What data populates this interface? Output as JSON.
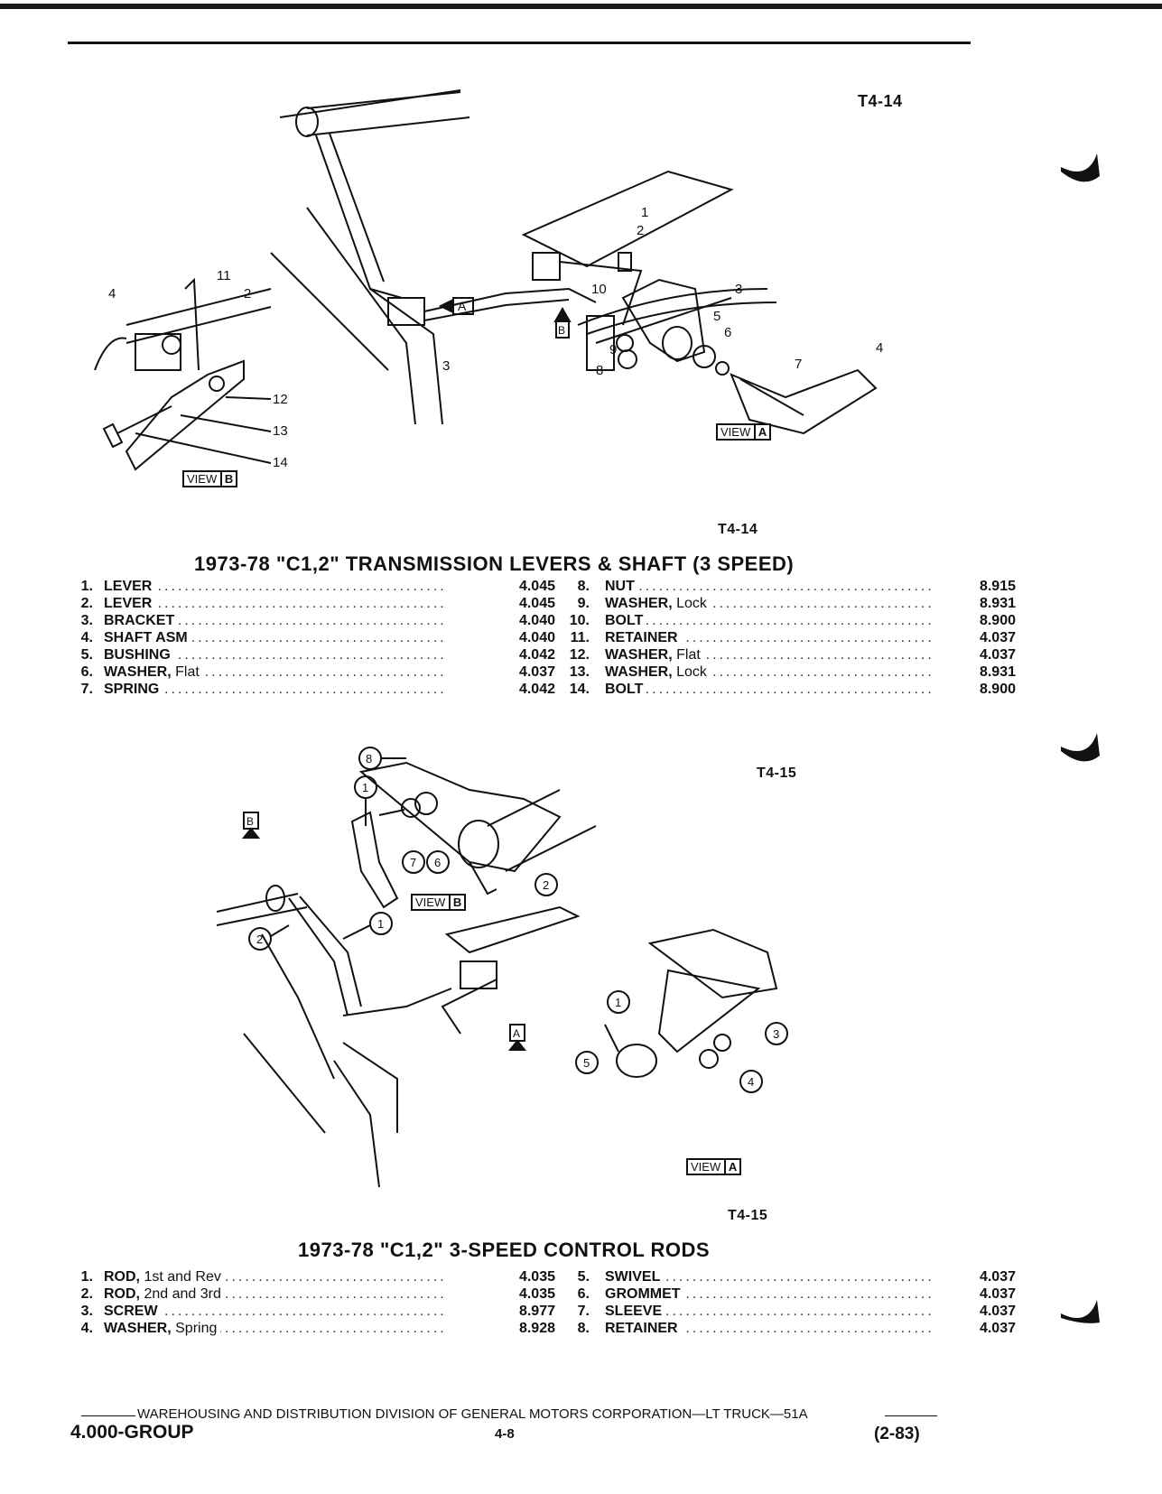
{
  "figures": {
    "fig1_id_top": "T4-14",
    "fig1_id_bottom": "T4-14",
    "fig2_id_top": "T4-15",
    "fig2_id_bottom": "T4-15",
    "view_label": "VIEW",
    "view_a": "A",
    "view_b": "B"
  },
  "section1": {
    "title": "1973-78 \"C1,2\" TRANSMISSION LEVERS & SHAFT (3 SPEED)",
    "left": [
      {
        "num": "1.",
        "name": "LEVER",
        "qualifier": "",
        "code": "4.045"
      },
      {
        "num": "2.",
        "name": "LEVER",
        "qualifier": "",
        "code": "4.045"
      },
      {
        "num": "3.",
        "name": "BRACKET",
        "qualifier": "",
        "code": "4.040"
      },
      {
        "num": "4.",
        "name": "SHAFT ASM",
        "qualifier": "",
        "code": "4.040"
      },
      {
        "num": "5.",
        "name": "BUSHING",
        "qualifier": "",
        "code": "4.042"
      },
      {
        "num": "6.",
        "name": "WASHER,",
        "qualifier": "Flat",
        "code": "4.037"
      },
      {
        "num": "7.",
        "name": "SPRING",
        "qualifier": "",
        "code": "4.042"
      }
    ],
    "right": [
      {
        "num": "8.",
        "name": "NUT",
        "qualifier": "",
        "code": "8.915"
      },
      {
        "num": "9.",
        "name": "WASHER,",
        "qualifier": "Lock",
        "code": "8.931"
      },
      {
        "num": "10.",
        "name": "BOLT",
        "qualifier": "",
        "code": "8.900"
      },
      {
        "num": "11.",
        "name": "RETAINER",
        "qualifier": "",
        "code": "4.037"
      },
      {
        "num": "12.",
        "name": "WASHER,",
        "qualifier": "Flat",
        "code": "4.037"
      },
      {
        "num": "13.",
        "name": "WASHER,",
        "qualifier": "Lock",
        "code": "8.931"
      },
      {
        "num": "14.",
        "name": "BOLT",
        "qualifier": "",
        "code": "8.900"
      }
    ]
  },
  "section2": {
    "title": "1973-78 \"C1,2\" 3-SPEED CONTROL RODS",
    "left": [
      {
        "num": "1.",
        "name": "ROD,",
        "qualifier": "1st and Rev",
        "code": "4.035"
      },
      {
        "num": "2.",
        "name": "ROD,",
        "qualifier": "2nd and 3rd",
        "code": "4.035"
      },
      {
        "num": "3.",
        "name": "SCREW",
        "qualifier": "",
        "code": "8.977"
      },
      {
        "num": "4.",
        "name": "WASHER,",
        "qualifier": "Spring",
        "code": "8.928"
      }
    ],
    "right": [
      {
        "num": "5.",
        "name": "SWIVEL",
        "qualifier": "",
        "code": "4.037"
      },
      {
        "num": "6.",
        "name": "GROMMET",
        "qualifier": "",
        "code": "4.037"
      },
      {
        "num": "7.",
        "name": "SLEEVE",
        "qualifier": "",
        "code": "4.037"
      },
      {
        "num": "8.",
        "name": "RETAINER",
        "qualifier": "",
        "code": "4.037"
      }
    ]
  },
  "callouts1": [
    "1",
    "2",
    "3",
    "4",
    "5",
    "6",
    "7",
    "8",
    "9",
    "10",
    "11",
    "12",
    "13",
    "14"
  ],
  "callouts2": [
    "1",
    "2",
    "3",
    "4",
    "5",
    "6",
    "7",
    "8"
  ],
  "footer": {
    "division": "WAREHOUSING AND DISTRIBUTION DIVISION OF GENERAL MOTORS CORPORATION—LT TRUCK—51A",
    "group": "4.000-GROUP",
    "page": "4-8",
    "date": "(2-83)"
  }
}
